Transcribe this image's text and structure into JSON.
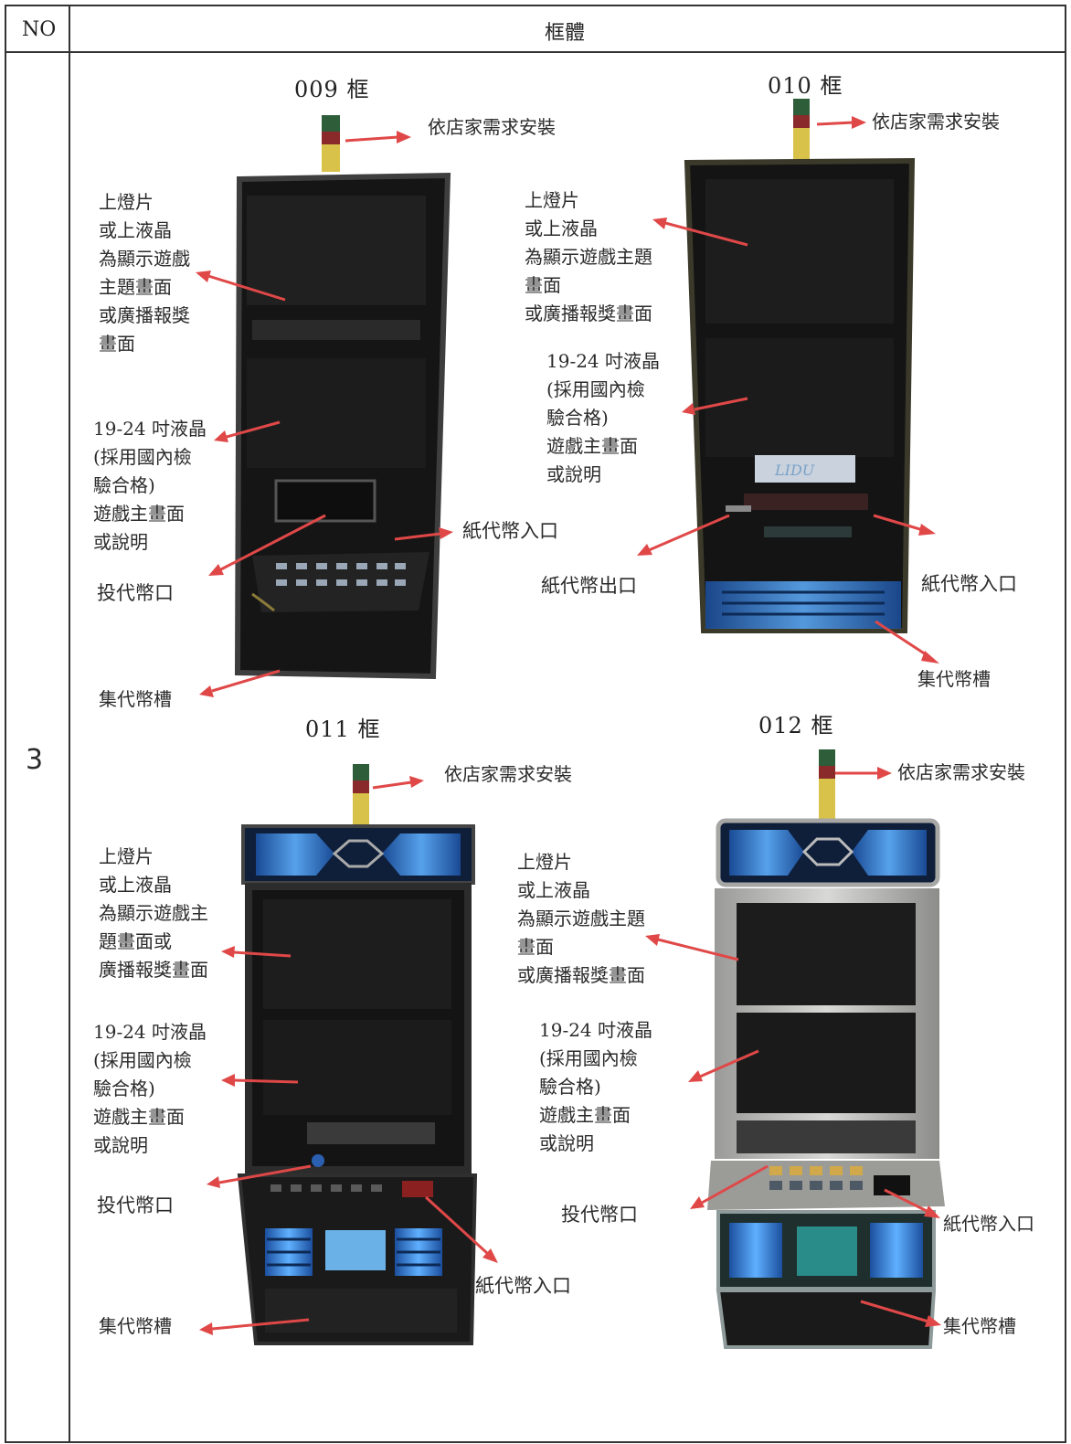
{
  "header": {
    "no_label": "NO",
    "col_label": "框體"
  },
  "row_number": "3",
  "frames": [
    {
      "title": "009 框",
      "install_note": "依店家需求安裝",
      "top_panel": [
        "上燈片",
        "或上液晶",
        "為顯示遊戲",
        "主題畫面",
        "或廣播報獎",
        "畫面"
      ],
      "main_lcd": [
        "19-24 吋液晶",
        "(採用國內檢",
        "驗合格)",
        "遊戲主畫面",
        "或說明"
      ],
      "bill_in": "紙代幣入口",
      "coin_in": "投代幣口",
      "coin_tray": "集代幣槽"
    },
    {
      "title": "010 框",
      "install_note": "依店家需求安裝",
      "top_panel": [
        "上燈片",
        "或上液晶",
        "為顯示遊戲主題",
        "畫面",
        "或廣播報獎畫面"
      ],
      "main_lcd": [
        "19-24 吋液晶",
        "(採用國內檢",
        "驗合格)",
        "遊戲主畫面",
        "或說明"
      ],
      "bill_out": "紙代幣出口",
      "bill_in": "紙代幣入口",
      "coin_tray": "集代幣槽"
    },
    {
      "title": "011 框",
      "install_note": "依店家需求安裝",
      "top_panel": [
        "上燈片",
        "或上液晶",
        "為顯示遊戲主",
        "題畫面或",
        "廣播報獎畫面"
      ],
      "main_lcd": [
        "19-24 吋液晶",
        "(採用國內檢",
        "驗合格)",
        "遊戲主畫面",
        "或說明"
      ],
      "coin_in": "投代幣口",
      "bill_in": "紙代幣入口",
      "coin_tray": "集代幣槽"
    },
    {
      "title": "012 框",
      "install_note": "依店家需求安裝",
      "top_panel": [
        "上燈片",
        "或上液晶",
        "為顯示遊戲主題",
        "畫面",
        "或廣播報獎畫面"
      ],
      "main_lcd": [
        "19-24 吋液晶",
        "(採用國內檢",
        "驗合格)",
        "遊戲主畫面",
        "或說明"
      ],
      "coin_in": "投代幣口",
      "bill_in": "紙代幣入口",
      "coin_tray": "集代幣槽"
    }
  ],
  "colors": {
    "arrow": "#e04848",
    "table_line": "#333333",
    "cabinet": "#1a1a1a",
    "neon": "#2f7fd6"
  }
}
